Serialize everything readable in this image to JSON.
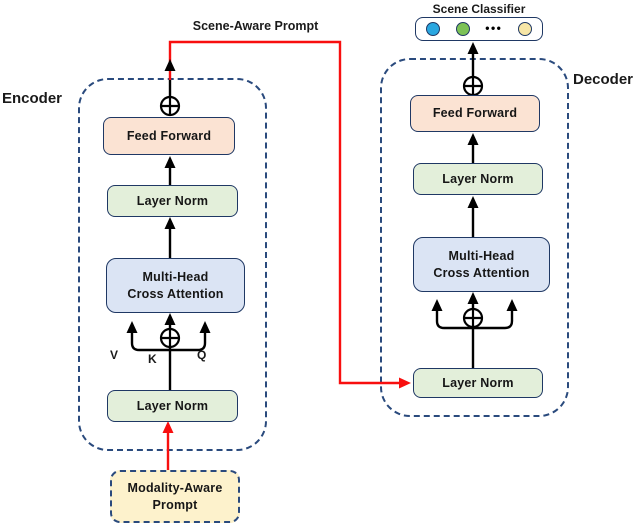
{
  "figure": {
    "type": "architecture-diagram",
    "description": "Encoder-Decoder transformer diagram with prompts and scene classifier"
  },
  "encoder": {
    "label": "Encoder",
    "blocks": {
      "feed_forward": "Feed Forward",
      "layer_norm_top": "Layer Norm",
      "attention_line1": "Multi-Head",
      "attention_line2": "Cross Attention",
      "layer_norm_bottom": "Layer Norm"
    },
    "inputs": {
      "v": "V",
      "k": "K",
      "q": "Q"
    }
  },
  "decoder": {
    "label": "Decoder",
    "blocks": {
      "feed_forward": "Feed Forward",
      "layer_norm_top": "Layer Norm",
      "attention_line1": "Multi-Head",
      "attention_line2": "Cross Attention",
      "layer_norm_bottom": "Layer Norm"
    }
  },
  "prompts": {
    "scene_aware": "Scene-Aware Prompt",
    "modality_aware_line1": "Modality-Aware",
    "modality_aware_line2": "Prompt"
  },
  "scene_classifier": {
    "label": "Scene Classifier",
    "ellipsis": "•••"
  },
  "colors": {
    "dashed_border": "#2a4a7d",
    "box_border": "#1f3864",
    "feed_forward_fill": "#fbe3d3",
    "layer_norm_fill": "#e3efda",
    "attention_fill": "#dbe4f4",
    "prompt_fill": "#fdf2cc",
    "classifier_blue": "#2aa7e0",
    "classifier_green": "#7cc256",
    "classifier_yellow": "#f7e6a6",
    "arrow_black": "#000000",
    "arrow_red": "#f80f0f"
  }
}
